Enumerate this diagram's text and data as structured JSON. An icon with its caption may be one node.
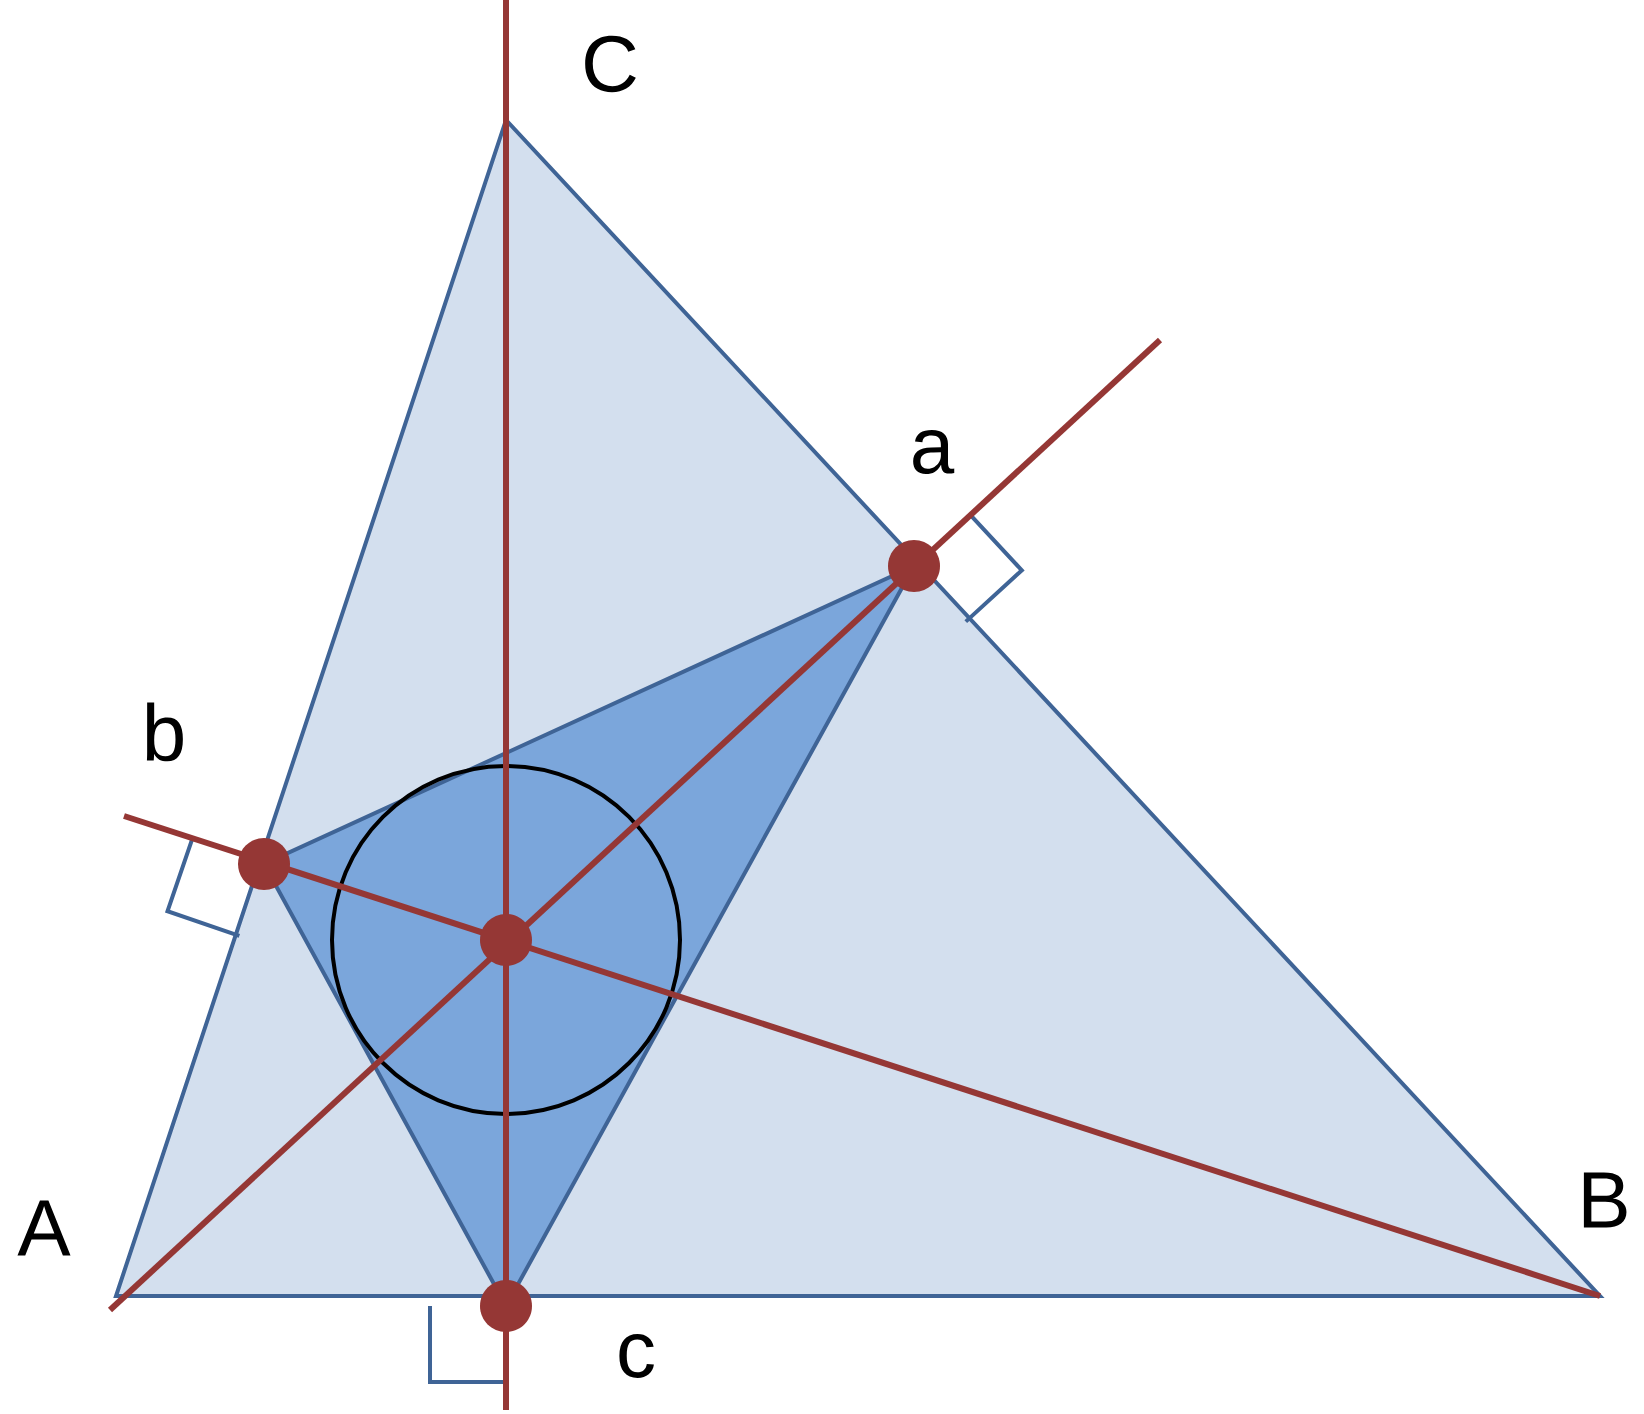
{
  "diagram": {
    "labels": [
      "C",
      "a",
      "b",
      "A",
      "B",
      "c"
    ]
  }
}
